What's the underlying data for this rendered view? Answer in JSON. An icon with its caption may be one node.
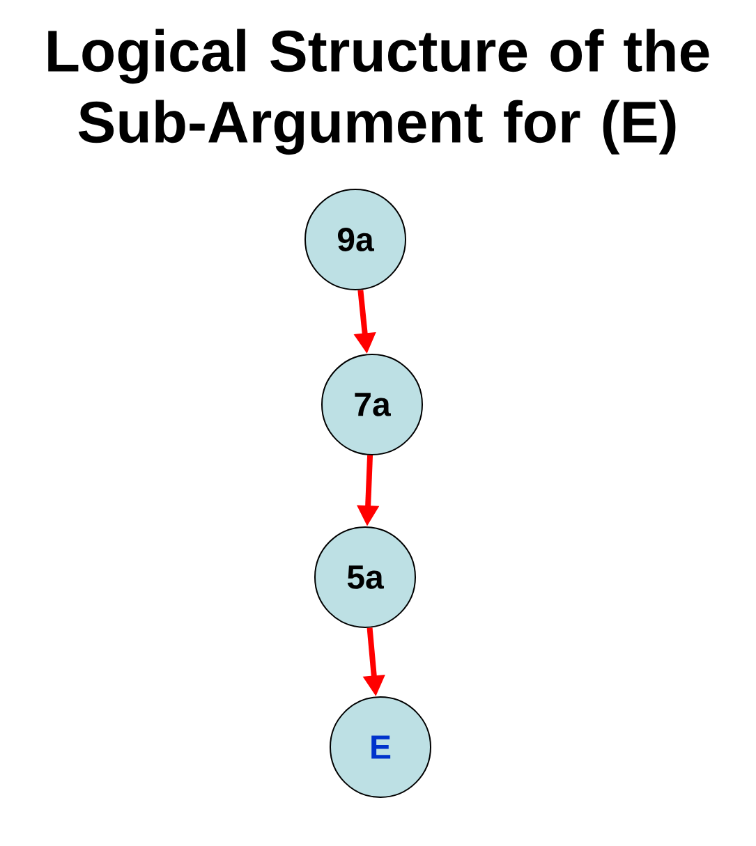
{
  "diagram": {
    "title": "Logical Structure of the Sub-Argument for (E)",
    "nodes": [
      {
        "text": [
          "9a"
        ]
      },
      {
        "text": [
          "7a"
        ]
      },
      {
        "text": [
          "5a"
        ]
      },
      {
        "text": [
          "E"
        ]
      }
    ],
    "edges": [
      {
        "from": 0,
        "to": 1,
        "arrow": "to"
      },
      {
        "from": 1,
        "to": 2,
        "arrow": "to"
      },
      {
        "from": 2,
        "to": 3,
        "arrow": "to"
      }
    ]
  }
}
